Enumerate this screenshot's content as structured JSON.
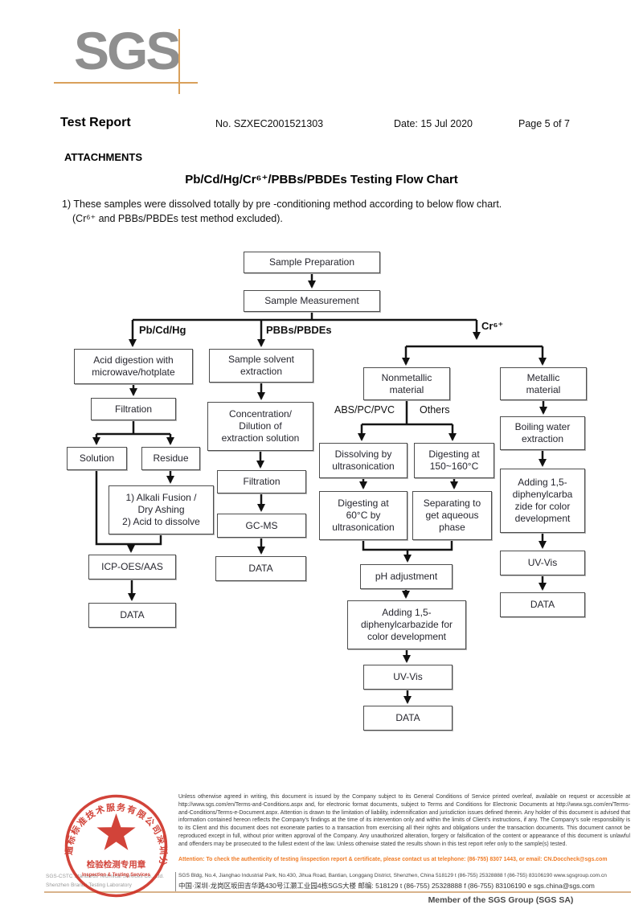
{
  "header": {
    "logo": "SGS",
    "title": "Test Report",
    "report_no": "No. SZXEC2001521303",
    "date": "Date: 15 Jul 2020",
    "page_no": "Page 5 of 7"
  },
  "attachments": {
    "heading": "ATTACHMENTS",
    "flow_chart_title": "Pb/Cd/Hg/Cr⁶⁺/PBBs/PBDEs Testing Flow Chart",
    "note_line1": "1) These samples were dissolved totally by pre -conditioning method according to below flow chart.",
    "note_line2": "(Cr⁶⁺ and PBBs/PBDEs test method excluded)."
  },
  "flowchart": {
    "branch_labels": {
      "pb_cd_hg": "Pb/Cd/Hg",
      "pbbs_pbdes": "PBBs/PBDEs",
      "cr6": "Cr⁶⁺",
      "abs_pc_pvc": "ABS/PC/PVC",
      "others": "Others"
    },
    "nodes": {
      "sample_preparation": "Sample Preparation",
      "sample_measurement": "Sample Measurement",
      "acid_digestion": "Acid digestion with\nmicrowave/hotplate",
      "filtration_1": "Filtration",
      "solution": "Solution",
      "residue": "Residue",
      "alkali_fusion": "1) Alkali Fusion /\nDry Ashing\n2) Acid to dissolve",
      "icp_oes_aas": "ICP-OES/AAS",
      "data_pb": "DATA",
      "solvent_extraction": "Sample solvent\nextraction",
      "concentration": "Concentration/\nDilution of\nextraction solution",
      "filtration_2": "Filtration",
      "gc_ms": "GC-MS",
      "data_pbb": "DATA",
      "nonmetallic": "Nonmetallic\nmaterial",
      "metallic": "Metallic\nmaterial",
      "dissolving": "Dissolving by\nultrasonication",
      "digesting_150": "Digesting at\n150~160°C",
      "digesting_60": "Digesting at\n60°C by\nultrasonication",
      "separating": "Separating to\nget aqueous\nphase",
      "ph_adjustment": "pH adjustment",
      "adding_dpc_mid": "Adding 1,5-\ndiphenylcarbazide for\ncolor development",
      "uv_vis_mid": "UV-Vis",
      "data_cr_nonmetal": "DATA",
      "boiling_water": "Boiling water\nextraction",
      "adding_dpc_right": "Adding 1,5-\ndiphenylcarba\nzide for color\ndevelopment",
      "uv_vis_right": "UV-Vis",
      "data_cr_metal": "DATA"
    }
  },
  "footer": {
    "stamp": {
      "ring_text": "通标标准技术服务有限公司深圳分公司",
      "center_cn": "检验检测专用章",
      "center_en": "Inspection & Testing Services"
    },
    "company_line1": "SGS-CSTC Standards Technical Services Co., Ltd.",
    "company_line2": "Shenzhen Branch Testing Laboratory",
    "disclaimer": "Unless otherwise agreed in writing, this document is issued by the Company subject to its General Conditions of Service printed overleaf, available on request or accessible at http://www.sgs.com/en/Terms-and-Conditions.aspx and, for electronic format documents, subject to Terms and Conditions for Electronic Documents at http://www.sgs.com/en/Terms-and-Conditions/Terms-e-Document.aspx. Attention is drawn to the limitation of liability, indemnification and jurisdiction issues defined therein. Any holder of this document is advised that information contained hereon reflects the Company's findings at the time of its intervention only and within the limits of Client's instructions, if any. The Company's sole responsibility is to its Client and this document does not exonerate parties to a transaction from exercising all their rights and obligations under the transaction documents. This document cannot be reproduced except in full, without prior written approval of the Company. Any unauthorized alteration, forgery or falsification of the content or appearance of this document is unlawful and offenders may be prosecuted to the fullest extent of the law. Unless otherwise stated the results shown in this test report refer only to the sample(s) tested.",
    "attention": "Attention: To check the authenticity of testing /inspection report & certificate, please contact us at telephone: (86-755) 8307 1443, or email: CN.Doccheck@sgs.com",
    "address_en": "SGS Bldg, No.4, Jianghao Industrial Park, No.430, Jihua Road, Bantian, Longgang District, Shenzhen, China 518129    t (86-755) 25328888    f (86-755) 83106190    www.sgsgroup.com.cn",
    "address_cn": "中国·深圳·龙岗区坂田吉华路430号江灏工业园4栋SGS大楼    邮编: 518129    t (86-755) 25328888    f (86-755) 83106190    e sgs.china@sgs.com",
    "member": "Member of the SGS Group (SGS SA)"
  },
  "colors": {
    "attention_orange": "#ef7c27",
    "stamp_red": "#cc2a1e",
    "logo_gray": "#8f8f8f",
    "accent_tan": "#d9a05b"
  }
}
